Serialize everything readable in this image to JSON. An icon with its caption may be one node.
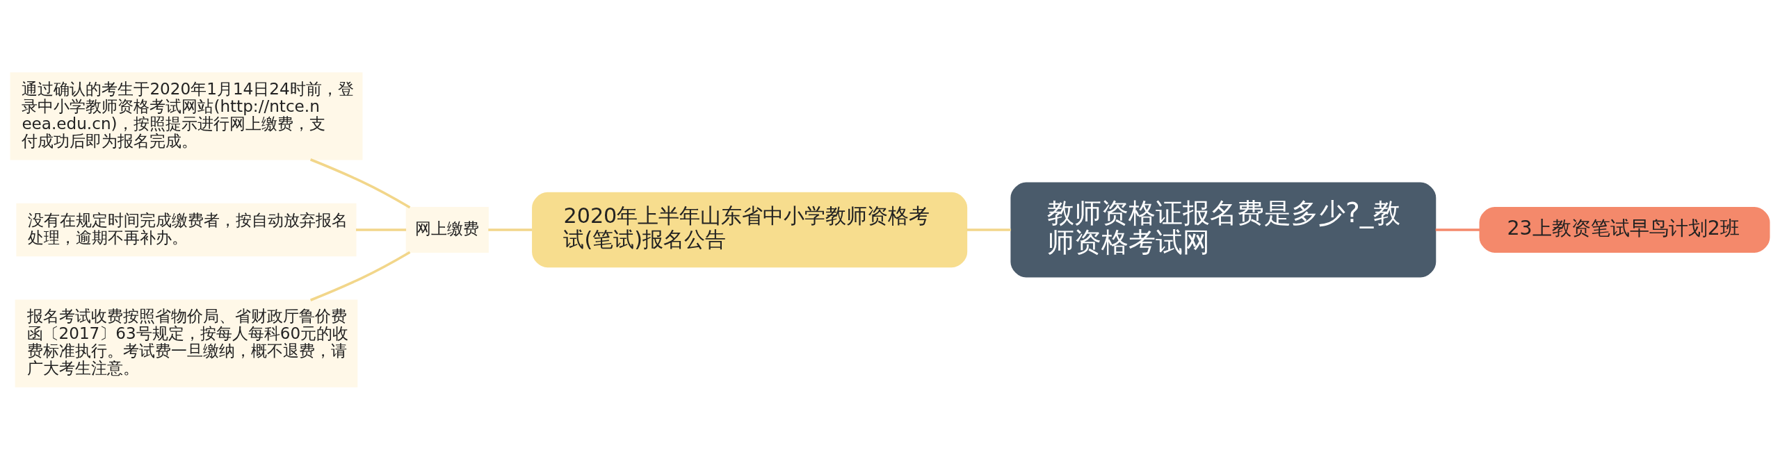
{
  "diagram": {
    "nodes": [
      {
        "text": [
          "教师资格证报名费是多少?_教师资格考试网"
        ]
      },
      {
        "text": [
          "23上教资笔试早鸟计划2班"
        ]
      },
      {
        "text": [
          "2020年上半年山东省中小学教师资格考试(笔试)报名公告"
        ]
      },
      {
        "text": [
          "网上缴费"
        ]
      },
      {
        "text": [
          "通过确认的考生于2020年1月14日24时前，登录中小学教师资格考试网站(http://ntce.neea.edu.cn)，按照提示进行网上缴费，支付成功后即为报名完成。"
        ]
      },
      {
        "text": [
          "没有在规定时间完成缴费者，按自动放弃报名处理，逾期不再补办。"
        ]
      },
      {
        "text": [
          "报名考试收费按照省物价局、省财政厅鲁价费函〔2017〕63号规定，按每人每科60元的收费标准执行。考试费一旦缴纳，概不退费，请广大考生注意。"
        ]
      }
    ],
    "edges": [
      {
        "from": 2,
        "to": 0,
        "arrow": "none"
      },
      {
        "from": 0,
        "to": 1,
        "arrow": "none",
        "color": "#f4896b"
      },
      {
        "from": 3,
        "to": 2,
        "arrow": "none"
      },
      {
        "from": 4,
        "to": 3,
        "arrow": "none"
      },
      {
        "from": 5,
        "to": 3,
        "arrow": "none"
      },
      {
        "from": 6,
        "to": 3,
        "arrow": "none"
      }
    ]
  }
}
